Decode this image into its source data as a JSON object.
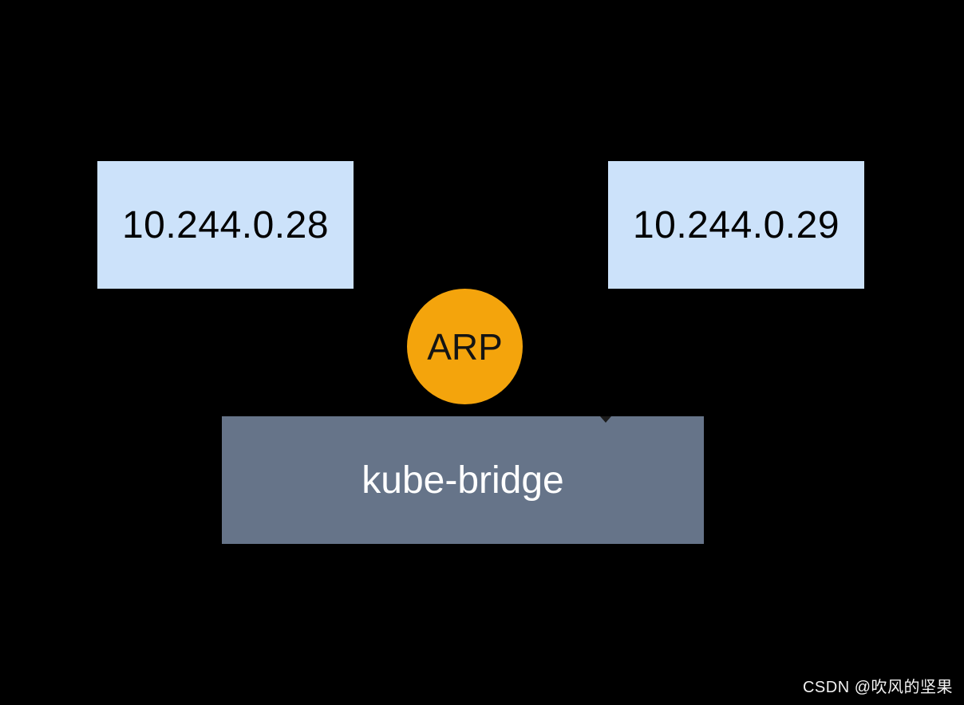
{
  "page": {
    "background": "#000000"
  },
  "diagram": {
    "type": "network-topology",
    "pod_left": {
      "label": "10.244.0.28",
      "fill": "#CCE2FA",
      "text_color": "#000000"
    },
    "pod_right": {
      "label": "10.244.0.29",
      "fill": "#CCE2FA",
      "text_color": "#000000"
    },
    "arp": {
      "label": "ARP",
      "fill": "#F4A40C",
      "text_color": "#141414"
    },
    "bridge": {
      "label": "kube-bridge",
      "fill": "#667489",
      "text_color": "#FFFFFF"
    },
    "arrowhead_color": "#1c1c1c"
  },
  "watermark": {
    "text": "CSDN @吹风的坚果",
    "color": "#F2F2F2"
  }
}
